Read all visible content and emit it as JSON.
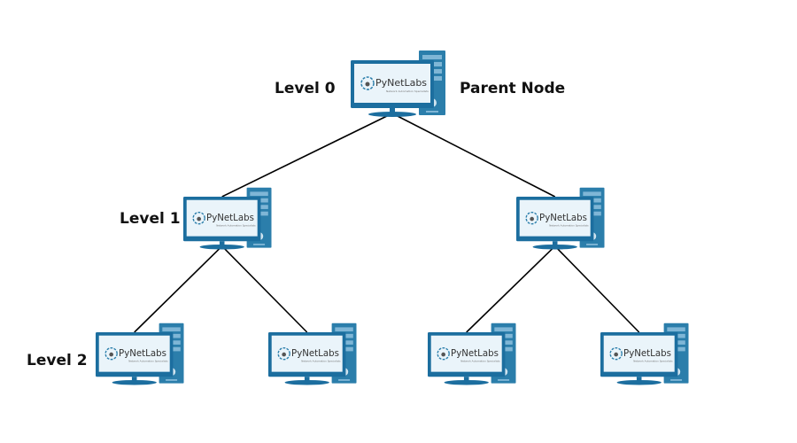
{
  "labels": {
    "level0": "Level 0",
    "parent": "Parent Node",
    "level1": "Level 1",
    "level2": "Level 2"
  },
  "logo": {
    "text": "PyNetLabs",
    "tagline": "Network Automation Specialists"
  },
  "colors": {
    "frame": "#1c6e9f",
    "screen": "#eaf4fa",
    "tower": "#2b7eab",
    "tower_stripe": "#7fb6d6",
    "edge": "#000000"
  },
  "tree": {
    "nodes": [
      {
        "id": "root",
        "level": 0
      },
      {
        "id": "l1-left",
        "level": 1,
        "parent": "root"
      },
      {
        "id": "l1-right",
        "level": 1,
        "parent": "root"
      },
      {
        "id": "l2-a",
        "level": 2,
        "parent": "l1-left"
      },
      {
        "id": "l2-b",
        "level": 2,
        "parent": "l1-left"
      },
      {
        "id": "l2-c",
        "level": 2,
        "parent": "l1-right"
      },
      {
        "id": "l2-d",
        "level": 2,
        "parent": "l1-right"
      }
    ]
  }
}
